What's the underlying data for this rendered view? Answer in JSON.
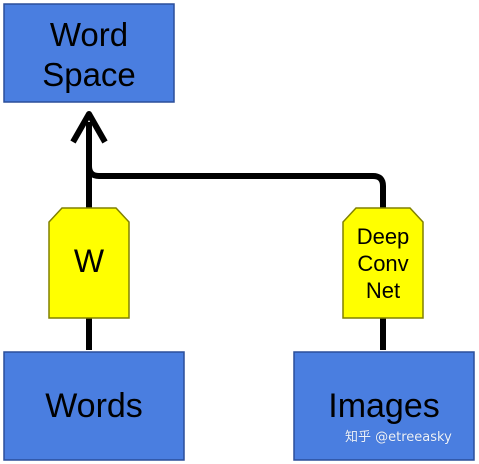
{
  "diagram": {
    "nodes": {
      "word_space": {
        "lines": [
          "Word",
          "Space"
        ]
      },
      "words": {
        "label": "Words"
      },
      "images": {
        "label": "Images"
      },
      "w_module": {
        "label": "W"
      },
      "cnn_module": {
        "lines": [
          "Deep",
          "Conv",
          "Net"
        ]
      }
    },
    "colors": {
      "box_fill": "#4a7ee0",
      "box_stroke": "#2b4f9a",
      "module_fill": "#ffff00",
      "module_stroke": "#808000",
      "connector": "#000000"
    }
  },
  "watermark": {
    "text": "知乎 @etreeasky"
  }
}
